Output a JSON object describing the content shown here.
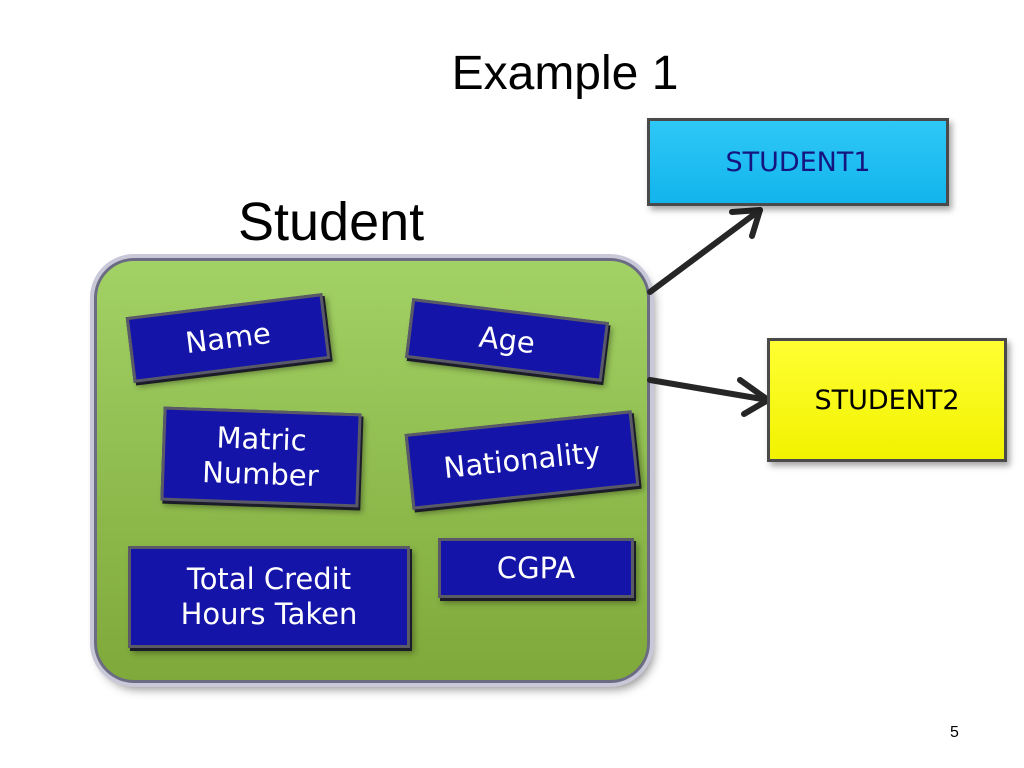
{
  "slide": {
    "title": "Example 1",
    "page_number": "5"
  },
  "class": {
    "name": "Student",
    "attributes": [
      {
        "label": "Name"
      },
      {
        "label": "Age"
      },
      {
        "label": "Matric\nNumber"
      },
      {
        "label": "Nationality"
      },
      {
        "label": "Total Credit\nHours Taken"
      },
      {
        "label": "CGPA"
      }
    ]
  },
  "instances": [
    {
      "label": "STUDENT1",
      "color": "#1ab9ef",
      "text_color": "#151580"
    },
    {
      "label": "STUDENT2",
      "color": "#ffff00",
      "text_color": "#000000"
    }
  ],
  "colors": {
    "class_box": "#8fbc4a",
    "attribute_fill": "#1414a8",
    "arrow": "#262626"
  }
}
